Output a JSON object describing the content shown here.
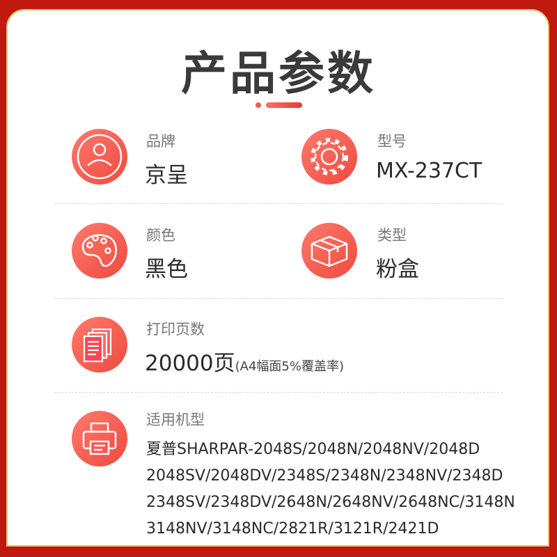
{
  "title": "产品参数",
  "specs": {
    "brand": {
      "label": "品牌",
      "value": "京呈"
    },
    "model": {
      "label": "型号",
      "value": "MX-237CT"
    },
    "color": {
      "label": "颜色",
      "value": "黑色"
    },
    "type": {
      "label": "类型",
      "value": "粉盒"
    },
    "pages": {
      "label": "打印页数",
      "value": "20000页",
      "note": "(A4幅面5%覆盖率)"
    },
    "compat": {
      "label": "适用机型",
      "lines": [
        "夏普SHARPAR-2048S/2048N/2048NV/2048D",
        "2048SV/2048DV/2348S/2348N/2348NV/2348D",
        "2348SV/2348DV/2648N/2648NV/2648NC/3148N",
        "3148NV/3148NC/2821R/3121R/2421D"
      ]
    }
  },
  "colors": {
    "accent": "#f0463c",
    "frame": "#c0190f"
  }
}
